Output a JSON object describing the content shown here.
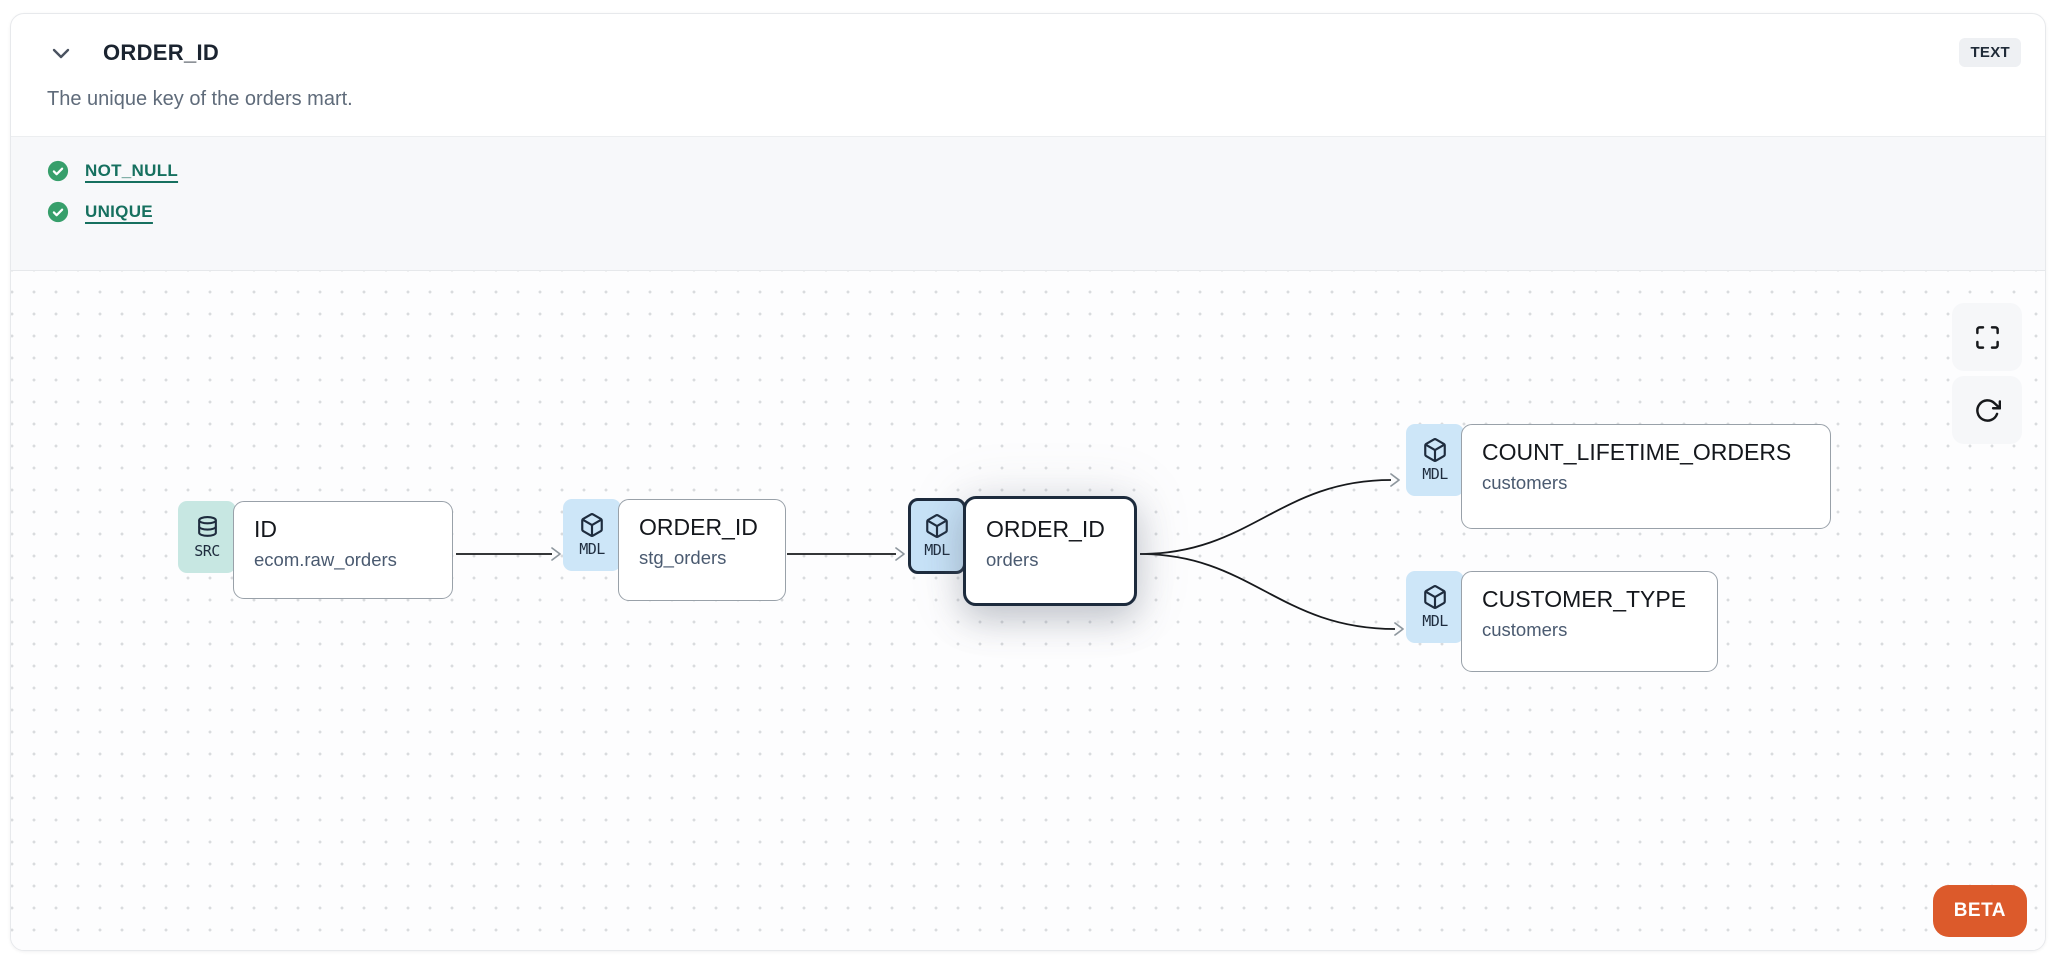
{
  "header": {
    "title": "ORDER_ID",
    "type_badge": "TEXT",
    "description": "The unique key of the orders mart."
  },
  "tests": [
    {
      "label": "NOT_NULL",
      "status": "pass"
    },
    {
      "label": "UNIQUE",
      "status": "pass"
    }
  ],
  "lineage": {
    "nodes": [
      {
        "badge": "SRC",
        "title": "ID",
        "subtitle": "ecom.raw_orders",
        "kind": "source",
        "selected": false
      },
      {
        "badge": "MDL",
        "title": "ORDER_ID",
        "subtitle": "stg_orders",
        "kind": "model",
        "selected": false
      },
      {
        "badge": "MDL",
        "title": "ORDER_ID",
        "subtitle": "orders",
        "kind": "model",
        "selected": true
      },
      {
        "badge": "MDL",
        "title": "COUNT_LIFETIME_ORDERS",
        "subtitle": "customers",
        "kind": "model",
        "selected": false
      },
      {
        "badge": "MDL",
        "title": "CUSTOMER_TYPE",
        "subtitle": "customers",
        "kind": "model",
        "selected": false
      }
    ],
    "edges": [
      {
        "from": "ID (ecom.raw_orders)",
        "to": "ORDER_ID (stg_orders)"
      },
      {
        "from": "ORDER_ID (stg_orders)",
        "to": "ORDER_ID (orders)"
      },
      {
        "from": "ORDER_ID (orders)",
        "to": "COUNT_LIFETIME_ORDERS (customers)"
      },
      {
        "from": "ORDER_ID (orders)",
        "to": "CUSTOMER_TYPE (customers)"
      }
    ],
    "beta_label": "BETA"
  },
  "colors": {
    "accent_orange": "#dc5a2b",
    "test_link_teal": "#16705f",
    "check_green": "#379f6b",
    "source_badge_bg": "#c7e7e2",
    "model_badge_bg": "#cde6f8",
    "selected_border": "#1d2b3d",
    "edge": "#17191c"
  }
}
